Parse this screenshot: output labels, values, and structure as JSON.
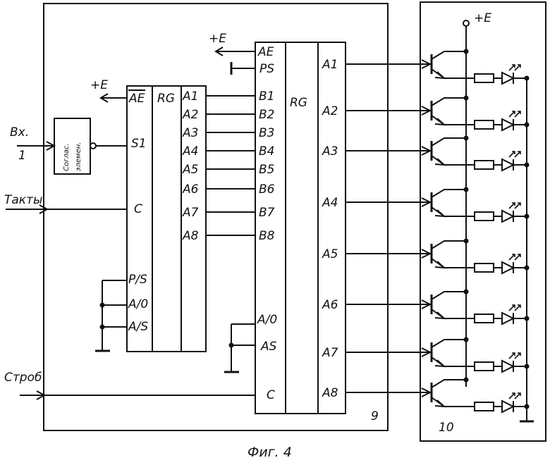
{
  "inputs": {
    "in_label": "Вх.",
    "in_number": "1",
    "clock_label": "Такты",
    "strobe_label": "Строб"
  },
  "power": {
    "plus_e": "+E"
  },
  "matcher": {
    "line1": "Соглас.",
    "line2": "элемен."
  },
  "reg1": {
    "ae": "AE",
    "rg": "RG",
    "s1": "S1",
    "c": "C",
    "ps": "P/S",
    "a0": "A/0",
    "as": "A/S",
    "outputs": [
      "A1",
      "A2",
      "A3",
      "A4",
      "A5",
      "A6",
      "A7",
      "A8"
    ]
  },
  "reg2": {
    "ae": "AE",
    "ps": "PS",
    "rg": "RG",
    "a0": "A/0",
    "as": "AS",
    "c": "C",
    "inputs": [
      "B1",
      "B2",
      "B3",
      "B4",
      "B5",
      "B6",
      "B7",
      "B8"
    ],
    "outputs": [
      "A1",
      "A2",
      "A3",
      "A4",
      "A5",
      "A6",
      "A7",
      "A8"
    ]
  },
  "block_numbers": {
    "block9": "9",
    "block10": "10"
  },
  "caption": "Фиг. 4"
}
